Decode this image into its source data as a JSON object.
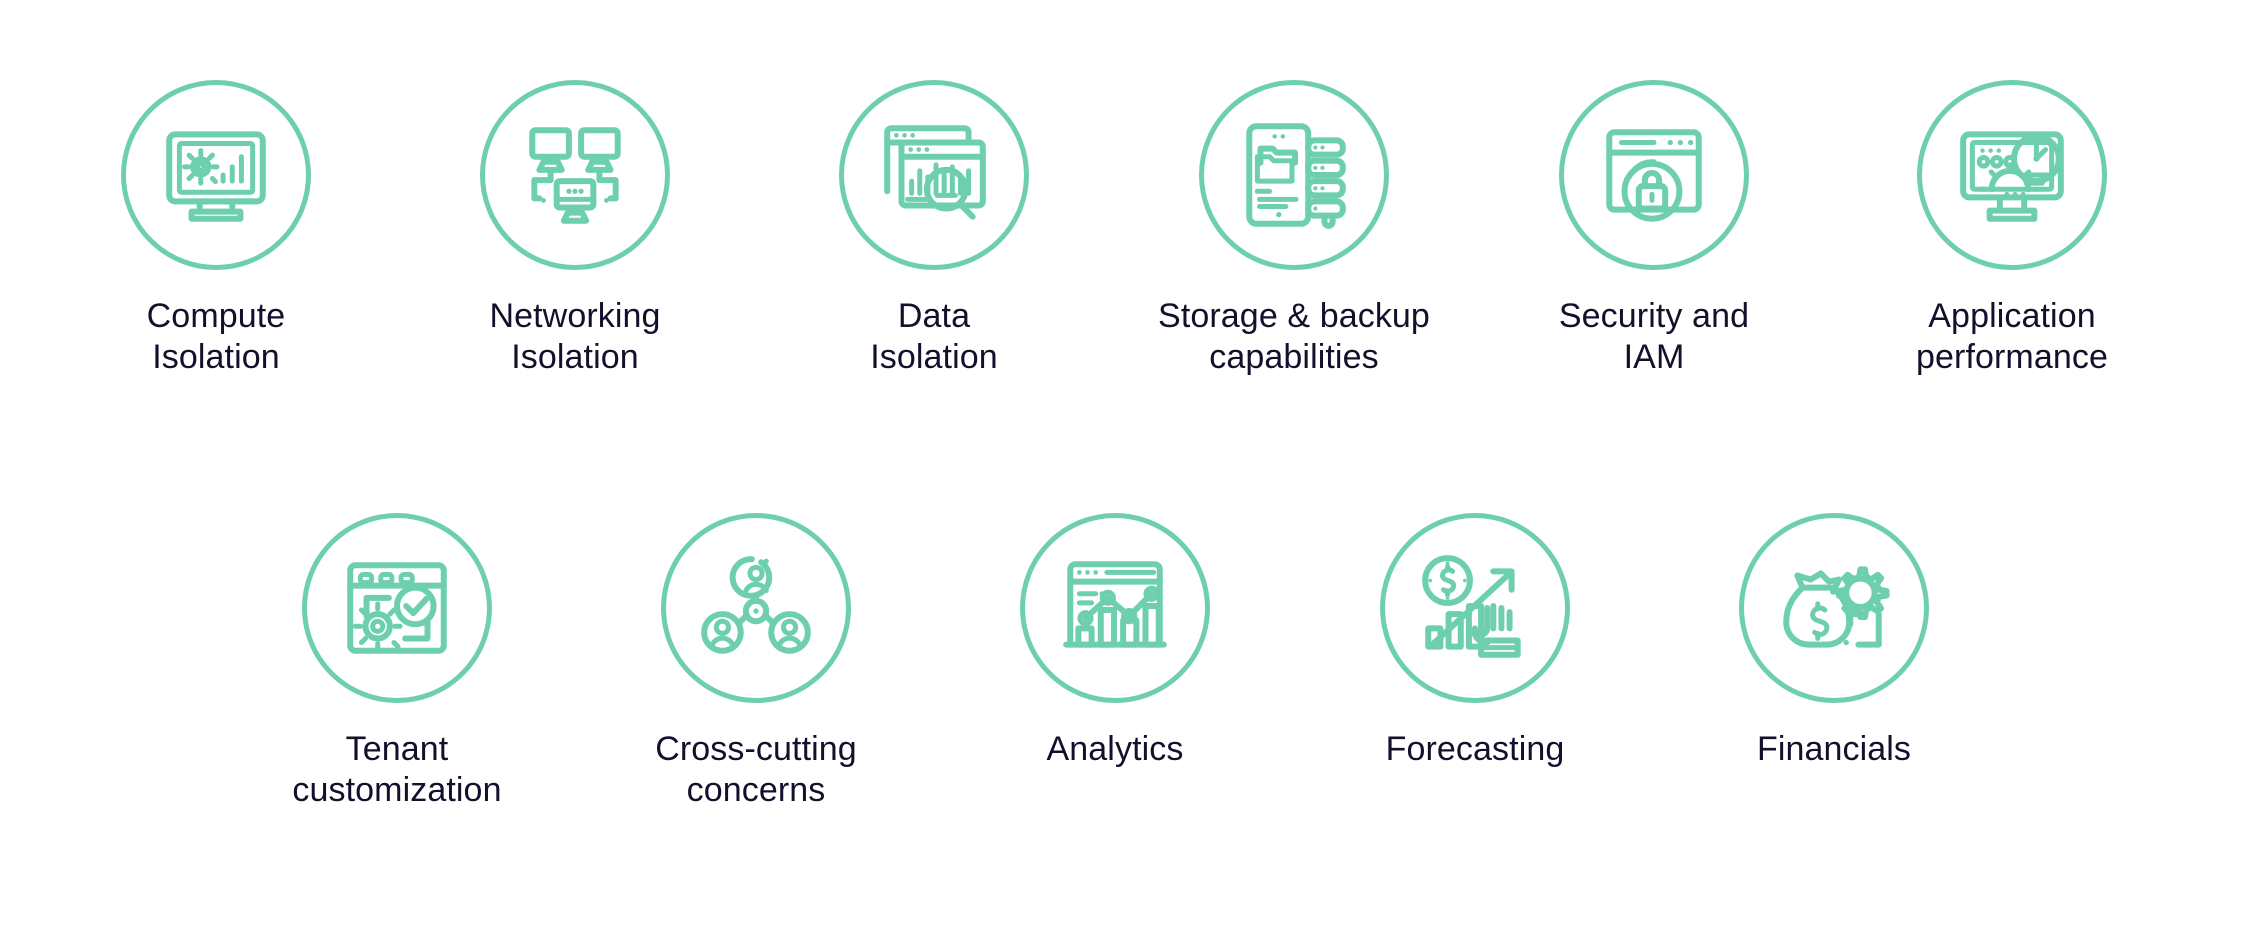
{
  "theme": {
    "background": "#ffffff",
    "accent": "#6ecfad",
    "text": "#12102b"
  },
  "rows": [
    {
      "id": "row-capabilities-isolation",
      "items": [
        {
          "id": "compute-isolation",
          "label": "Compute\nIsolation",
          "icon": "monitor-gear-chart-icon"
        },
        {
          "id": "networking-isolation",
          "label": "Networking\nIsolation",
          "icon": "network-monitors-icon"
        },
        {
          "id": "data-isolation",
          "label": "Data\nIsolation",
          "icon": "windows-chart-magnifier-icon"
        },
        {
          "id": "storage-backup",
          "label": "Storage & backup\ncapabilities",
          "icon": "device-folders-servers-icon"
        },
        {
          "id": "security-iam",
          "label": "Security and\nIAM",
          "icon": "browser-padlock-icon"
        },
        {
          "id": "application-performance",
          "label": "Application\nperformance",
          "icon": "monitor-gauge-gear-icon"
        }
      ]
    },
    {
      "id": "row-capabilities-operations",
      "items": [
        {
          "id": "tenant-customization",
          "label": "Tenant\ncustomization",
          "icon": "browser-gear-check-icon"
        },
        {
          "id": "cross-cutting-concerns",
          "label": "Cross-cutting\nconcerns",
          "icon": "users-hub-network-icon"
        },
        {
          "id": "analytics",
          "label": "Analytics",
          "icon": "browser-bars-line-icon"
        },
        {
          "id": "forecasting",
          "label": "Forecasting",
          "icon": "coin-growth-hand-icon"
        },
        {
          "id": "financials",
          "label": "Financials",
          "icon": "money-bag-gear-icon"
        }
      ]
    }
  ]
}
